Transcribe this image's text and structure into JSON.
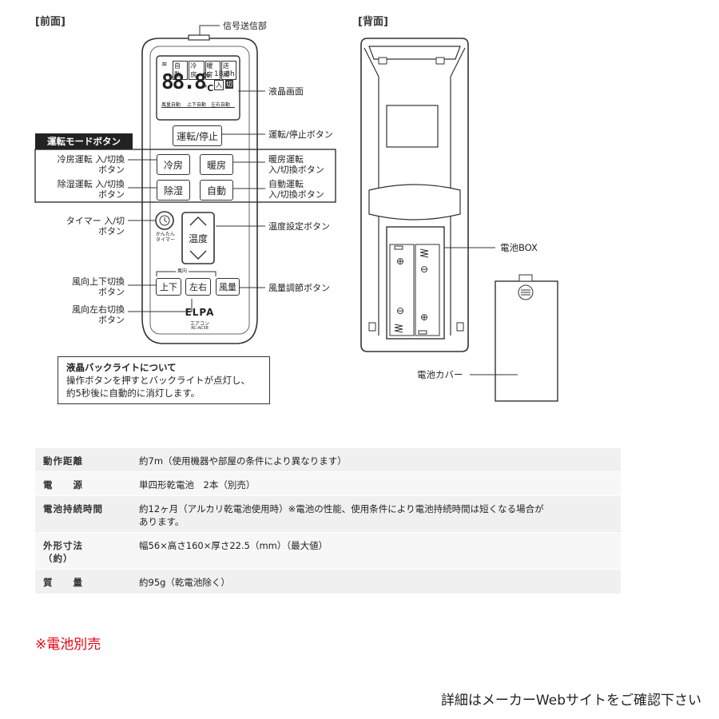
{
  "front": {
    "title": "[前面]",
    "labels": {
      "signal": "信号送信部",
      "lcd": "液晶画面",
      "power": "運転/停止ボタン",
      "mode_header": "運転モードボタン",
      "cool": "冷房運転 入/切換\nボタン",
      "heat": "暖房運転\n入/切換ボタン",
      "dry": "除湿運転 入/切換\nボタン",
      "auto": "自動運転\n入/切換ボタン",
      "timer": "タイマー 入/切\nボタン",
      "temp": "温度設定ボタン",
      "swing_v": "風向上下切換\nボタン",
      "fan": "風量調節ボタン",
      "swing_h": "風向左右切換\nボタン"
    },
    "buttons": {
      "power": "運転/停止",
      "cool": "冷房",
      "heat": "暖房",
      "dry": "除湿",
      "auto": "自動",
      "temp": "温度",
      "timer_small": "かんたん\nタイマー",
      "wind_group": "風向",
      "swing_v": "上下",
      "swing_h": "左右",
      "fan": "風量"
    },
    "lcd": {
      "modes": [
        "自動",
        "冷房",
        "暖房",
        "送風"
      ],
      "digits": "88.8",
      "percent": "%",
      "celsius": "℃",
      "timer_digits": "18.8h",
      "on": "入",
      "off": "切",
      "fan_label": "風量自動",
      "swing_v_label": "上下自動",
      "swing_h_label": "左右自動"
    },
    "brand": "ELPA",
    "model_name": "エアコン",
    "model_no": "RC-AC38",
    "backlight": {
      "title": "液晶バックライトについて",
      "line1": "操作ボタンを押すとバックライトが点灯し、",
      "line2": "約5秒後に自動的に消灯します。"
    }
  },
  "back": {
    "title": "[背面]",
    "battery_box": "電池BOX",
    "battery_cover": "電池カバー",
    "plus": "⊕",
    "minus": "⊖"
  },
  "specs": [
    {
      "key": "動作距離",
      "value": "約7m（使用機器や部屋の条件により異なります）"
    },
    {
      "key": "電　　源",
      "value": "単四形乾電池　2本（別売）"
    },
    {
      "key": "電池持続時間",
      "value": "約12ヶ月（アルカリ乾電池使用時）※電池の性能、使用条件により電池持続時間は短くなる場合が\nあります。"
    },
    {
      "key": "外形寸法\n（約）",
      "value": "幅56×高さ160×厚さ22.5（mm）（最大値）"
    },
    {
      "key": "質　　量",
      "value": "約95g（乾電池除く）"
    }
  ],
  "note": "※電池別売",
  "footer": "詳細はメーカーWebサイトをご確認下さい"
}
